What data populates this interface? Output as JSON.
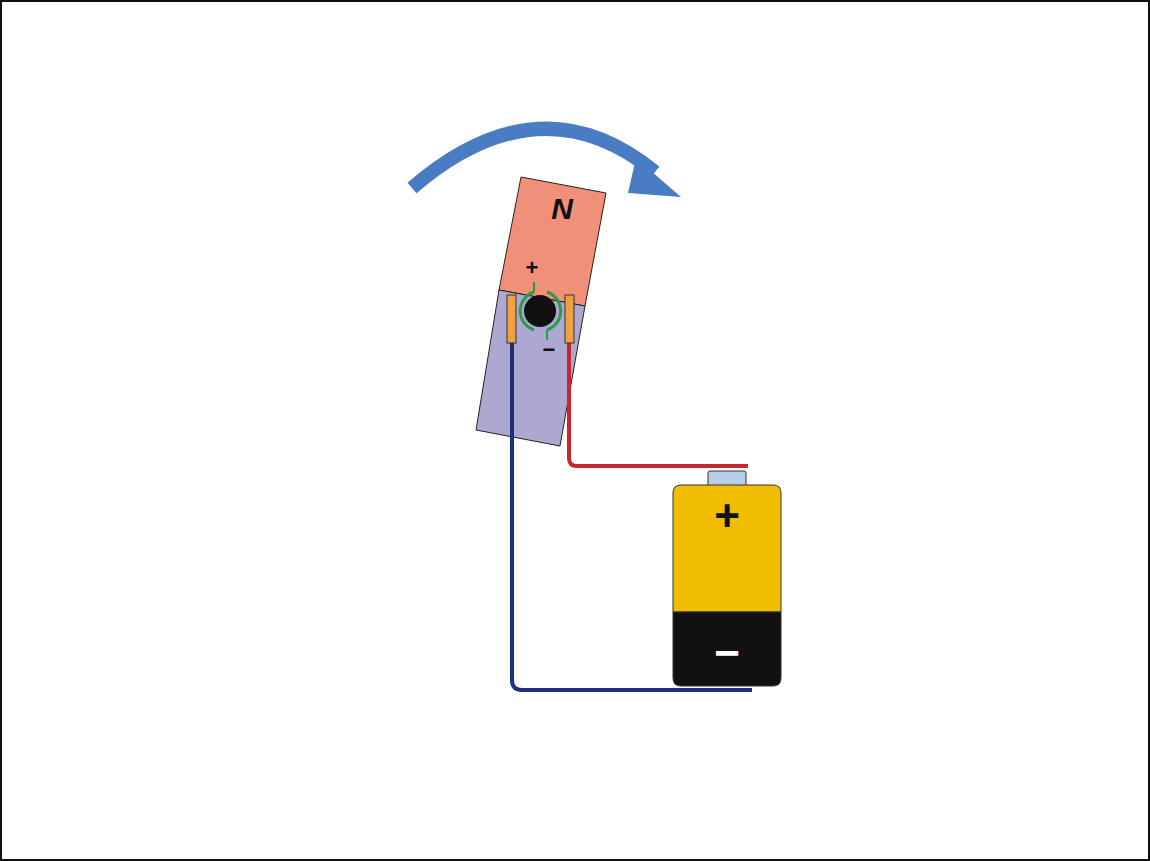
{
  "diagram": {
    "nodes": [
      {
        "text": [
          "N",
          "+",
          "−"
        ]
      },
      {
        "text": [
          "+",
          "−"
        ]
      }
    ]
  }
}
